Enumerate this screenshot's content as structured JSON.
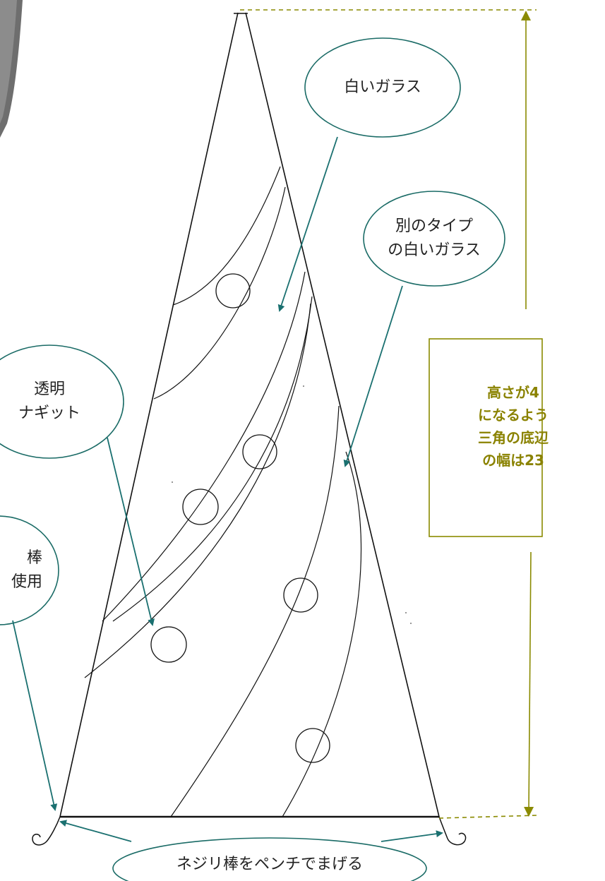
{
  "callouts": {
    "white_glass": "白いガラス",
    "other_white_glass": "別のタイプ\nの白いガラス",
    "clear_nugget": "透明\nナギット",
    "rod": "棒\n使用",
    "bend_rod": "ネジリ棒をペンチでまげる"
  },
  "note": {
    "text": "高さが4\nになるよう\n三角の底辺\nの幅は23"
  },
  "colors": {
    "arrow": "#1a7070",
    "callout_stroke": "#1a6b66",
    "dimension": "#8a8a00",
    "note_text": "#8a8200",
    "drawing": "#111111"
  }
}
